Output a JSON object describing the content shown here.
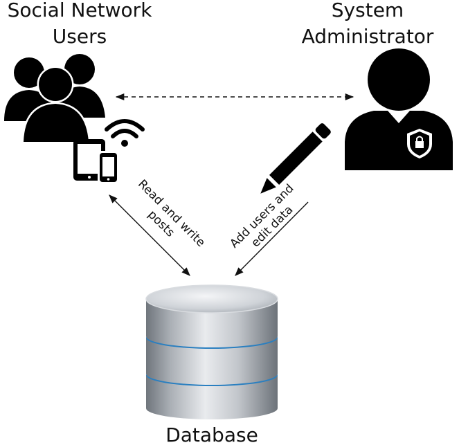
{
  "nodes": {
    "users": {
      "title_line1": "Social Network",
      "title_line2": "Users",
      "icon": "group-of-users-icon"
    },
    "admin": {
      "title_line1": "System",
      "title_line2": "Administrator",
      "icon": "administrator-with-shield-icon"
    },
    "database": {
      "title": "Database",
      "icon": "database-cylinder-icon"
    }
  },
  "edges": {
    "users_admin": {
      "style": "dashed",
      "direction": "bidirectional"
    },
    "users_database": {
      "label_line1": "Read and write",
      "label_line2": "posts",
      "direction": "bidirectional"
    },
    "admin_database": {
      "label_line1": "Add users and",
      "label_line2": "edit data",
      "direction": "to-database"
    }
  },
  "decorations": [
    "wifi-icon",
    "tablet-icon",
    "phone-icon",
    "pencil-icon",
    "padlock-icon"
  ],
  "colors": {
    "ink": "#000000",
    "disk_ring": "#2a7fc0",
    "disk_silver": "#b9bec4"
  }
}
